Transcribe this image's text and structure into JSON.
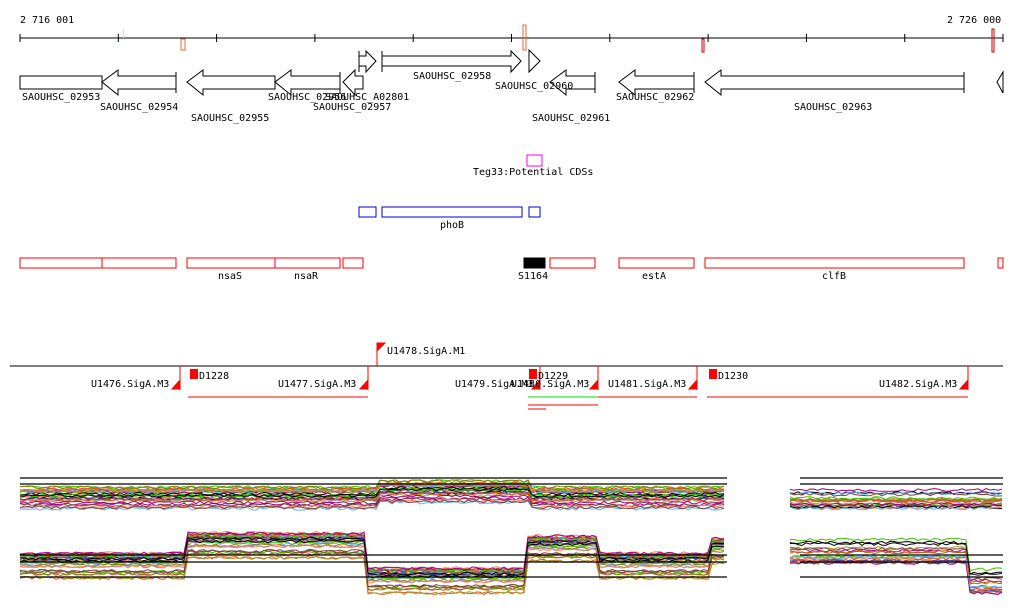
{
  "ruler": {
    "start_label": "2 716 001",
    "end_label": "2 726 000"
  },
  "genes": [
    {
      "label": "SAOUHSC_02953"
    },
    {
      "label": "SAOUHSC_02954"
    },
    {
      "label": "SAOUHSC_02955"
    },
    {
      "label": "SAOUHSC_02956"
    },
    {
      "label": "SAOUHSC_A02801"
    },
    {
      "label": "SAOUHSC_02957"
    },
    {
      "label": "SAOUHSC_02958"
    },
    {
      "label": "SAOUHSC_02960"
    },
    {
      "label": "SAOUHSC_02961"
    },
    {
      "label": "SAOUHSC_02962"
    },
    {
      "label": "SAOUHSC_02963"
    }
  ],
  "potential_cds": {
    "label": "Teg33:Potential CDSs",
    "color": "#ff00ff"
  },
  "operon": {
    "label": "phoB",
    "color": "#0000cc"
  },
  "gene_names": [
    {
      "label": "nsaS"
    },
    {
      "label": "nsaR"
    },
    {
      "label": "S1164"
    },
    {
      "label": "estA"
    },
    {
      "label": "clfB"
    }
  ],
  "promoters": [
    {
      "label": "U1476.SigA.M3"
    },
    {
      "label": "U1477.SigA.M3"
    },
    {
      "label": "U1478.SigA.M1"
    },
    {
      "label": "U1479.SigA.M3"
    },
    {
      "label": "U1480.SigA.M3"
    },
    {
      "label": "U1481.SigA.M3"
    },
    {
      "label": "U1482.SigA.M3"
    }
  ],
  "terminators": [
    {
      "label": "D1228"
    },
    {
      "label": "D1229"
    },
    {
      "label": "D1230"
    }
  ],
  "colors": {
    "feature": "#ff0000",
    "line": "#000000"
  }
}
